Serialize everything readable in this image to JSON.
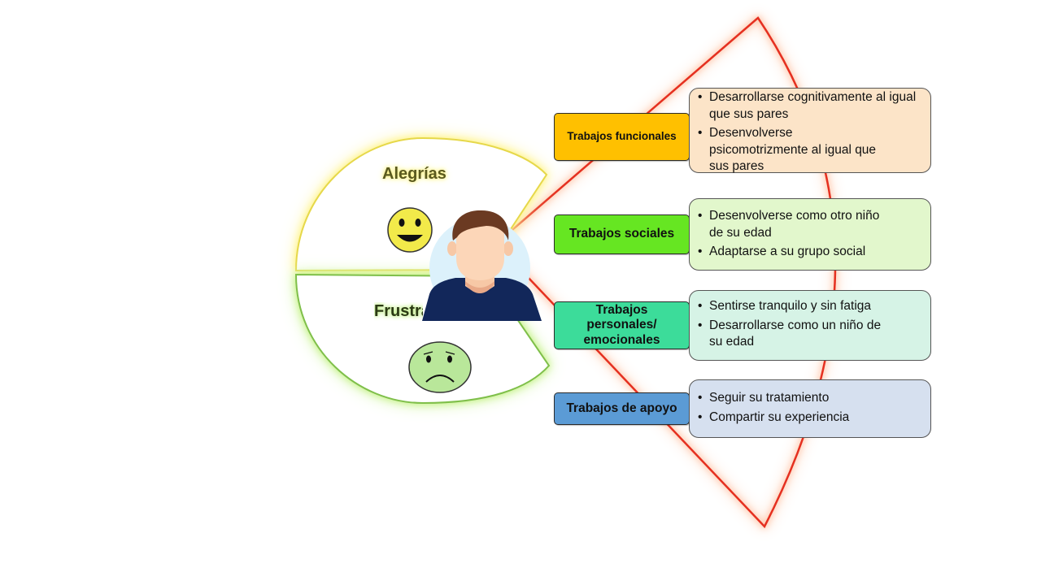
{
  "sections": {
    "joys": {
      "label": "Alegrías",
      "icon": "happy-face-icon",
      "color": "#e6d84a"
    },
    "frustrations": {
      "label": "Frustraciones",
      "icon": "sad-face-icon",
      "color": "#8ac84a"
    }
  },
  "person": {
    "icon": "person-avatar-icon"
  },
  "colors": {
    "lens_outline": "#e53020",
    "joys_outline": "#e6d84a",
    "frustrations_outline": "#7fbf4a"
  },
  "categories": [
    {
      "label": "Trabajos funcionales",
      "color": "#ffc000",
      "detail_color": "#fce4c8",
      "items": [
        "Desarrollarse cognitivamente al igual que sus pares",
        "Desenvolverse psicomotrizmente al igual que sus pares"
      ]
    },
    {
      "label": "Trabajos sociales",
      "color": "#66e622",
      "detail_color": "#e2f7cc",
      "items": [
        "Desenvolverse como otro niño de su edad",
        "Adaptarse a su grupo social"
      ]
    },
    {
      "label": "Trabajos personales/ emocionales",
      "color": "#3cdc9a",
      "detail_color": "#d6f3e6",
      "items": [
        "Sentirse tranquilo y sin fatiga",
        "Desarrollarse como un niño de su edad"
      ]
    },
    {
      "label": "Trabajos de apoyo",
      "color": "#5b9bd5",
      "detail_color": "#d6e0ef",
      "items": [
        "Seguir su tratamiento",
        "Compartir su experiencia"
      ]
    }
  ]
}
